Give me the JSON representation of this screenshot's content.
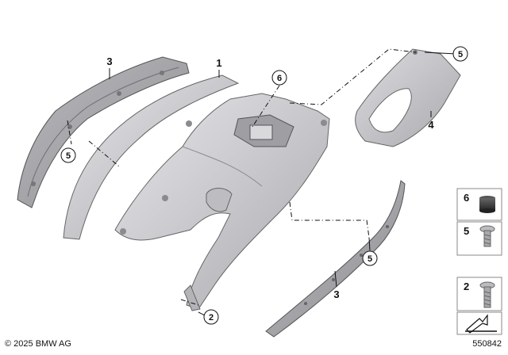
{
  "callouts": {
    "main_part": "1",
    "screw_bottom": "2",
    "rail_left": "3",
    "rail_bottom": "3",
    "cover_right": "4",
    "screw_left": "5",
    "screw_top_right": "5",
    "screw_rail": "5",
    "cap_center": "6"
  },
  "legend": {
    "item_6": "6",
    "item_5": "5",
    "item_2": "2"
  },
  "footer": {
    "copyright": "© 2025 BMW AG",
    "diagram_id": "550842"
  }
}
